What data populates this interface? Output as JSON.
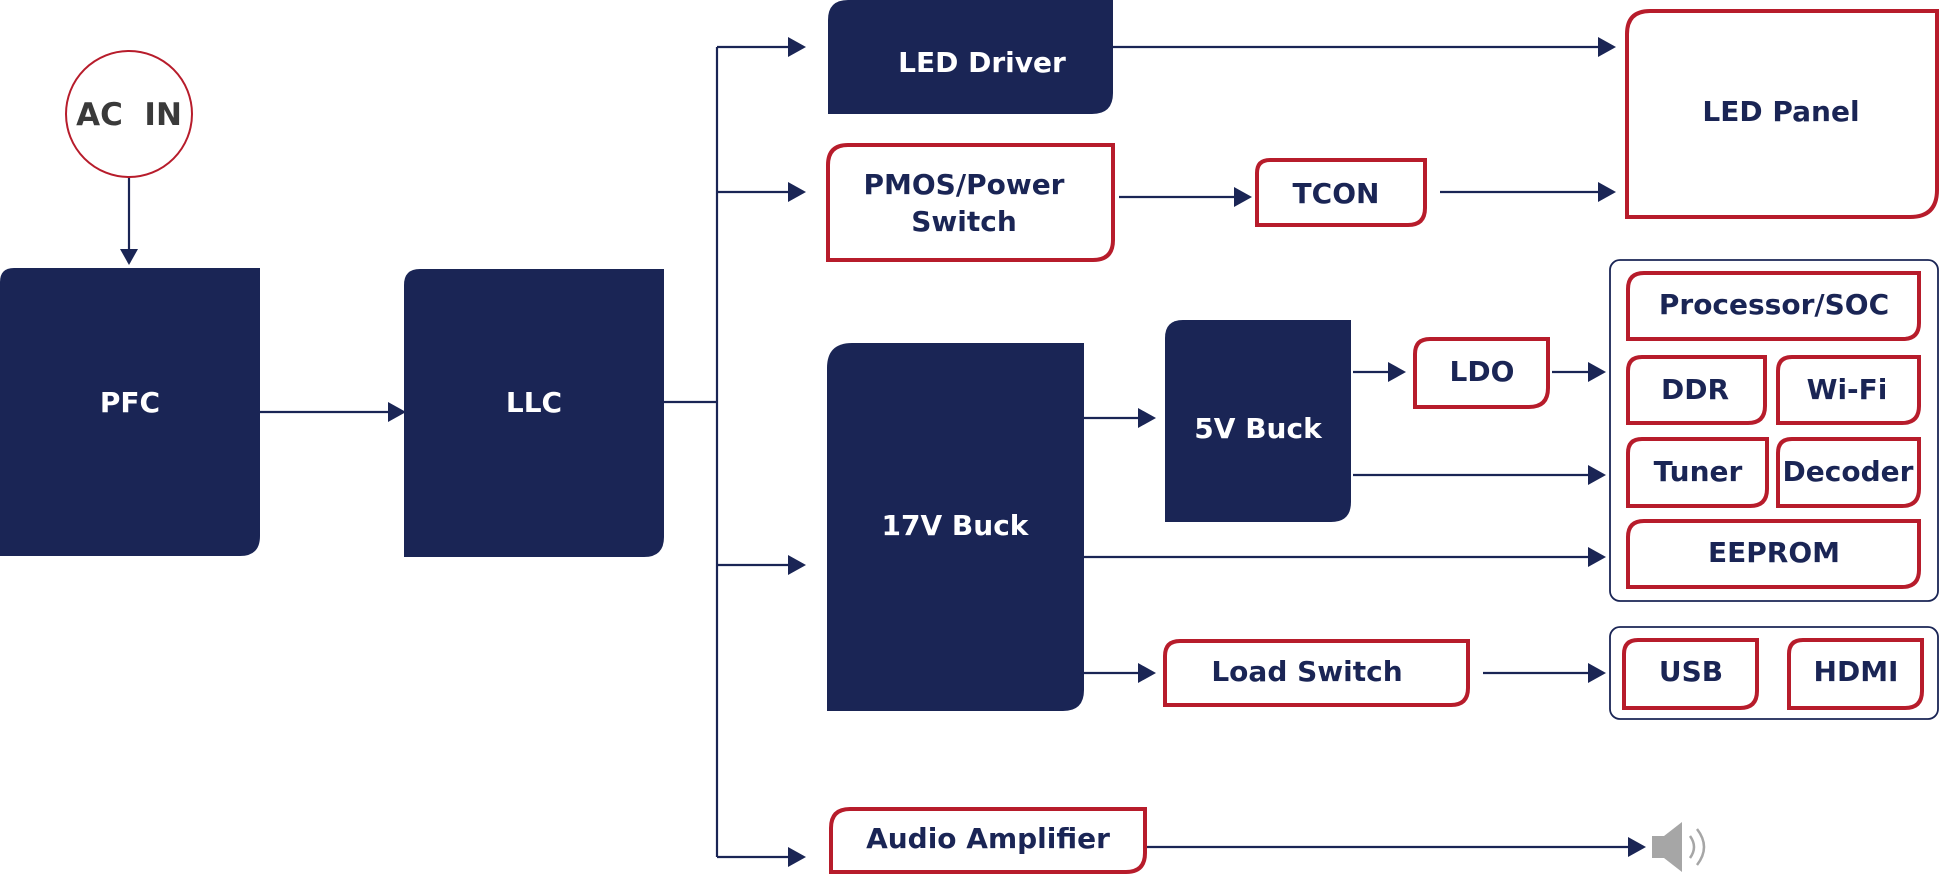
{
  "colors": {
    "navy": "#1a2555",
    "red_outline": "#b71c2b",
    "ac_text": "#3a3a3a",
    "speaker": "#a6a6a6",
    "background": "#ffffff"
  },
  "nodes": {
    "ac_in": "AC  IN",
    "pfc": "PFC",
    "llc": "LLC",
    "led_driver": "LED Driver",
    "pmos_line1": "PMOS/Power",
    "pmos_line2": "Switch",
    "tcon": "TCON",
    "led_panel": "LED Panel",
    "buck_17v": "17V Buck",
    "buck_5v": "5V Buck",
    "ldo": "LDO",
    "processor": "Processor/SOC",
    "ddr": "DDR",
    "wifi": "Wi-Fi",
    "tuner": "Tuner",
    "decoder": "Decoder",
    "eeprom": "EEPROM",
    "load_switch": "Load Switch",
    "usb": "USB",
    "hdmi": "HDMI",
    "audio_amp": "Audio Amplifier"
  },
  "icons": {
    "speaker": "speaker-icon"
  }
}
